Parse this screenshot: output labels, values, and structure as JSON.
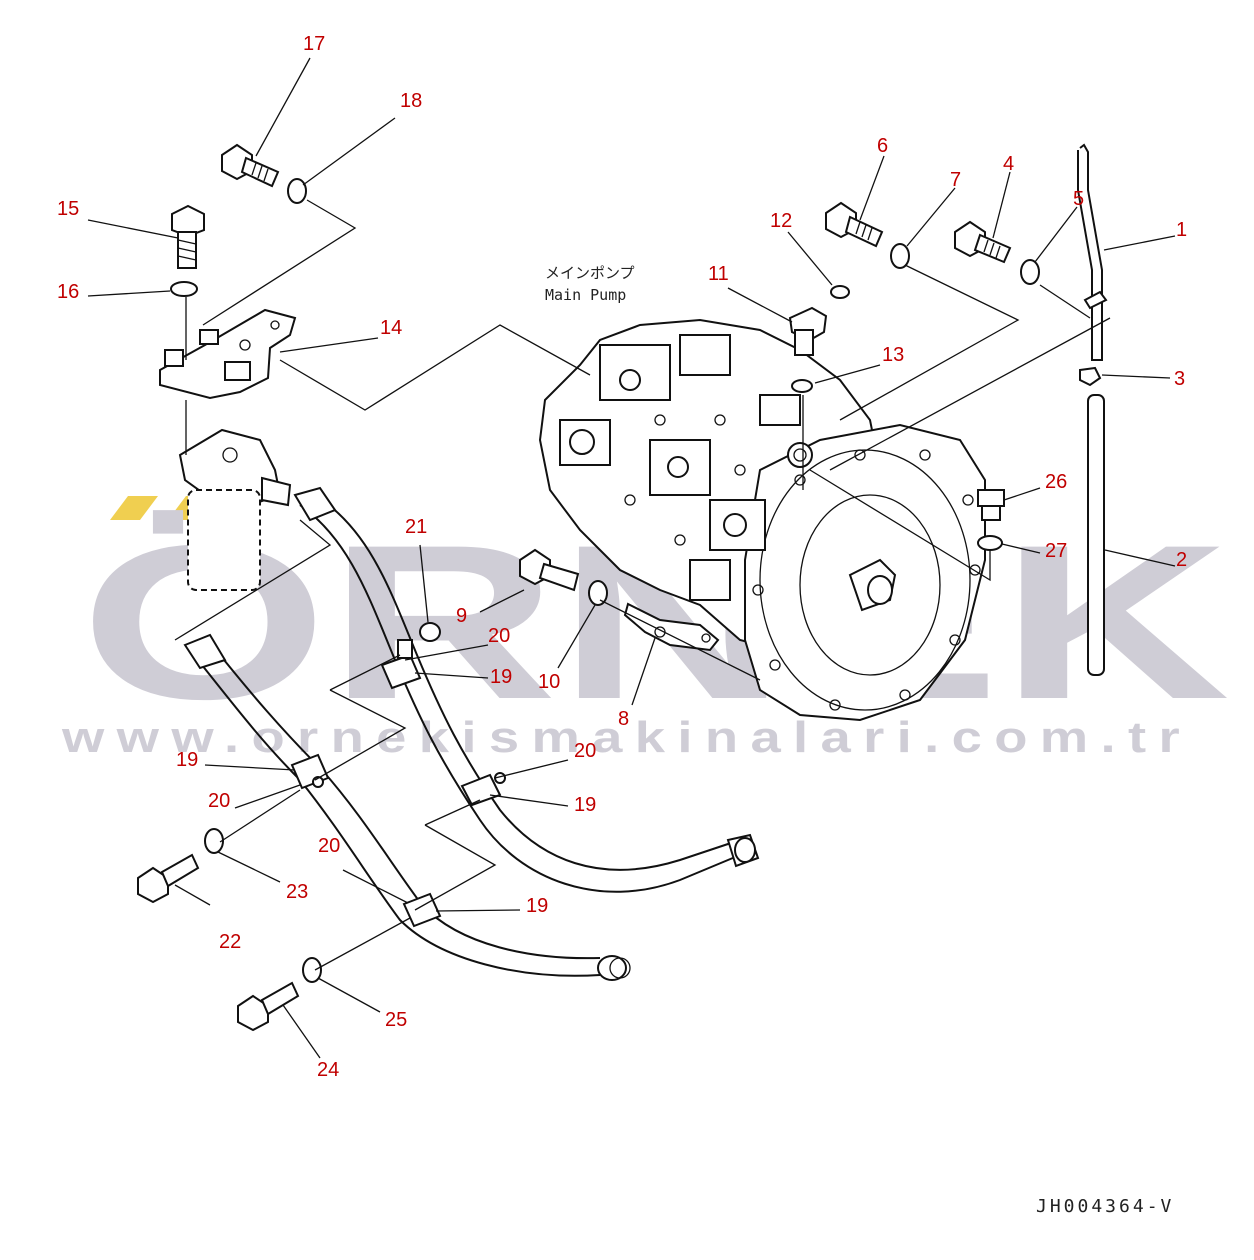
{
  "watermark": {
    "brand": "ÖRNEK",
    "url": "www.ornekismakinalari.com.tr",
    "accent_color": "#f0cf50",
    "text_color": "#cfcdd6"
  },
  "labels": {
    "main_pump_jp": "メインポンプ",
    "main_pump_en": "Main Pump"
  },
  "drawing_code": "JH004364-V",
  "callout_color": "#c00000",
  "callouts": {
    "c1": "1",
    "c2": "2",
    "c3": "3",
    "c4": "4",
    "c5": "5",
    "c6": "6",
    "c7": "7",
    "c8": "8",
    "c9": "9",
    "c10": "10",
    "c11": "11",
    "c12": "12",
    "c13": "13",
    "c14": "14",
    "c15": "15",
    "c16": "16",
    "c17": "17",
    "c18": "18",
    "c19": "19",
    "c20": "20",
    "c21": "21",
    "c22": "22",
    "c23": "23",
    "c24": "24",
    "c25": "25",
    "c26": "26",
    "c27": "27"
  }
}
